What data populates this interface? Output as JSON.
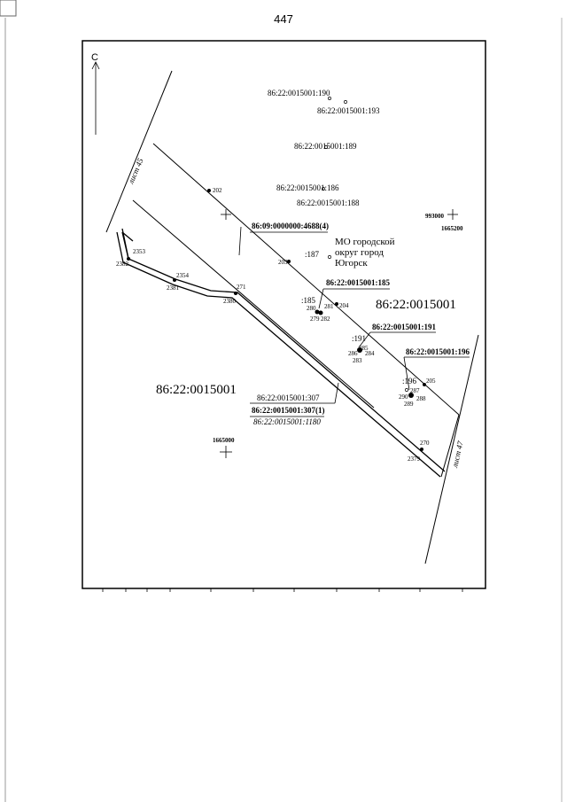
{
  "page": {
    "number": "447"
  },
  "map": {
    "north_label": "С",
    "sheet_labels": [
      "лист 45",
      "лист 47"
    ],
    "parcels": {
      "p190": "86:22:0015001:190",
      "p193": "86:22:0015001:193",
      "p189": "86:22:0015001:189",
      "p186": "86:22:0015001:186",
      "p188": "86:22:0015001:188",
      "p4688": "86:09:0000000:4688(4)",
      "p187": ":187",
      "p185short": ":185",
      "p185": "86:22:0015001:185",
      "p191short": ":191",
      "p191": "86:22:0015001:191",
      "p196": "86:22:0015001:196",
      "p196short": ":196",
      "p307": "86:22:0015001:307",
      "p3071": "86:22:0015001:307(1)",
      "p1180": "86:22:0015001:1180"
    },
    "blocks": {
      "right": "86:22:0015001",
      "left": "86:22:0015001"
    },
    "municipality": [
      "МО городской",
      "округ город",
      "Югорск"
    ],
    "grid": {
      "cross1_x": "993000",
      "cross1_y": "1665200",
      "cross2_y": "1665000"
    },
    "points": {
      "p202": "202",
      "p203": "203",
      "p204": "204",
      "p205": "205",
      "p2353": "2353",
      "p2382": "2382",
      "p2354": "2354",
      "p2381": "2381",
      "p271": "271",
      "p2380": "2380",
      "p279": "279",
      "p280": "280",
      "p281": "281",
      "p282": "282",
      "p283": "283",
      "p284": "284",
      "p285": "285",
      "p286": "286",
      "p287": "287",
      "p288": "288",
      "p289": "289",
      "p290": "290",
      "p270": "270",
      "p2379": "2379"
    }
  }
}
